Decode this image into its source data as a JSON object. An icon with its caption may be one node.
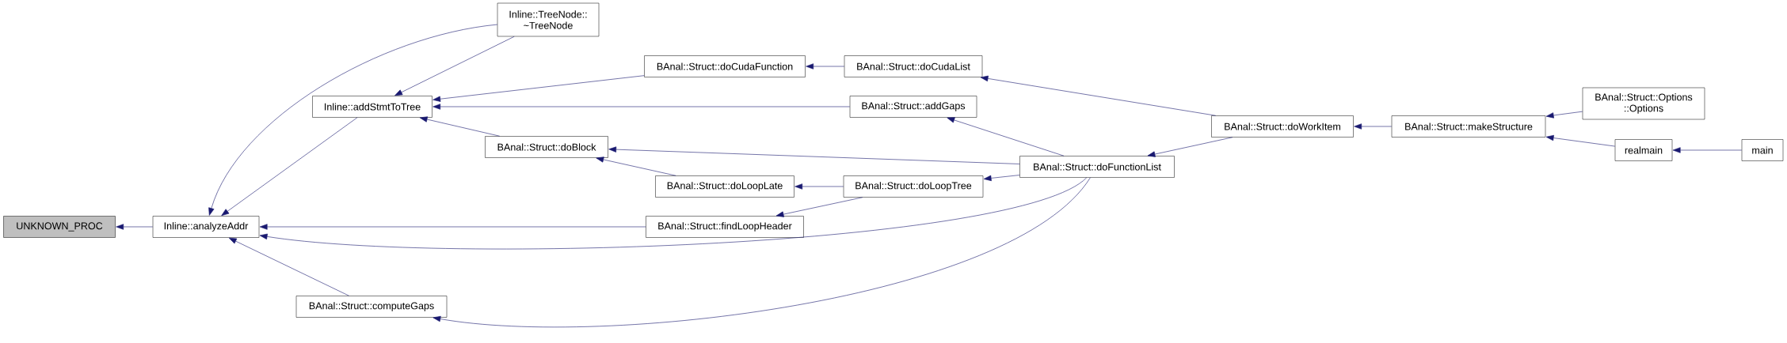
{
  "diagram": {
    "nodes": [
      {
        "text": [
          "UNKNOWN_PROC"
        ]
      },
      {
        "text": [
          "Inline::analyzeAddr"
        ]
      },
      {
        "text": [
          "Inline::TreeNode:: ~TreeNode"
        ]
      },
      {
        "text": [
          "Inline::addStmtToTree"
        ]
      },
      {
        "text": [
          "BAnal::Struct::doCudaFunction"
        ]
      },
      {
        "text": [
          "BAnal::Struct::doCudaList"
        ]
      },
      {
        "text": [
          "BAnal::Struct::addGaps"
        ]
      },
      {
        "text": [
          "BAnal::Struct::doBlock"
        ]
      },
      {
        "text": [
          "BAnal::Struct::doLoopLate"
        ]
      },
      {
        "text": [
          "BAnal::Struct::doLoopTree"
        ]
      },
      {
        "text": [
          "BAnal::Struct::findLoopHeader"
        ]
      },
      {
        "text": [
          "BAnal::Struct::computeGaps"
        ]
      },
      {
        "text": [
          "BAnal::Struct::doFunctionList"
        ]
      },
      {
        "text": [
          "BAnal::Struct::doWorkItem"
        ]
      },
      {
        "text": [
          "BAnal::Struct::makeStructure"
        ]
      },
      {
        "text": [
          "BAnal::Struct::Options ::Options"
        ]
      },
      {
        "text": [
          "realmain"
        ]
      },
      {
        "text": [
          "main"
        ]
      }
    ],
    "edges": [
      {
        "from": 1,
        "to": 0,
        "arrow": "to"
      },
      {
        "from": 2,
        "to": 1,
        "arrow": "to"
      },
      {
        "from": 3,
        "to": 1,
        "arrow": "to"
      },
      {
        "from": 10,
        "to": 1,
        "arrow": "to"
      },
      {
        "from": 12,
        "to": 1,
        "arrow": "to"
      },
      {
        "from": 11,
        "to": 1,
        "arrow": "to"
      },
      {
        "from": 2,
        "to": 3,
        "arrow": "to"
      },
      {
        "from": 4,
        "to": 3,
        "arrow": "to"
      },
      {
        "from": 6,
        "to": 3,
        "arrow": "to"
      },
      {
        "from": 7,
        "to": 3,
        "arrow": "to"
      },
      {
        "from": 5,
        "to": 4,
        "arrow": "to"
      },
      {
        "from": 13,
        "to": 5,
        "arrow": "to"
      },
      {
        "from": 12,
        "to": 6,
        "arrow": "to"
      },
      {
        "from": 12,
        "to": 7,
        "arrow": "to"
      },
      {
        "from": 8,
        "to": 7,
        "arrow": "to"
      },
      {
        "from": 9,
        "to": 8,
        "arrow": "to"
      },
      {
        "from": 12,
        "to": 9,
        "arrow": "to"
      },
      {
        "from": 9,
        "to": 10,
        "arrow": "to"
      },
      {
        "from": 12,
        "to": 11,
        "arrow": "to"
      },
      {
        "from": 13,
        "to": 12,
        "arrow": "to"
      },
      {
        "from": 14,
        "to": 13,
        "arrow": "to"
      },
      {
        "from": 15,
        "to": 14,
        "arrow": "to"
      },
      {
        "from": 16,
        "to": 14,
        "arrow": "to"
      },
      {
        "from": 17,
        "to": 16,
        "arrow": "to"
      }
    ]
  }
}
